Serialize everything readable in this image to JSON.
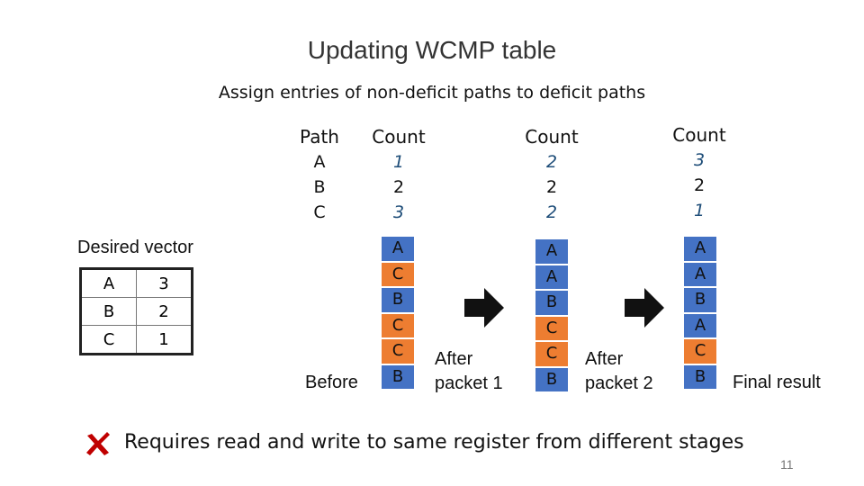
{
  "title": "Updating WCMP table",
  "subtitle": "Assign entries of non-deficit paths to deficit paths",
  "path_table": {
    "path_header": "Path",
    "paths": [
      "A",
      "B",
      "C"
    ],
    "count_header": "Count",
    "counts": [
      [
        "1",
        "2",
        "3"
      ],
      [
        "2",
        "2",
        "2"
      ],
      [
        "3",
        "2",
        "1"
      ]
    ]
  },
  "desired_vector": {
    "label": "Desired vector",
    "rows": [
      [
        "A",
        "3"
      ],
      [
        "B",
        "2"
      ],
      [
        "C",
        "1"
      ]
    ]
  },
  "stages": [
    {
      "label": "Before",
      "entries": [
        "A",
        "C",
        "B",
        "C",
        "C",
        "B"
      ]
    },
    {
      "label": "After packet 1",
      "label_line1": "After",
      "label_line2": "packet 1",
      "entries": [
        "A",
        "A",
        "B",
        "C",
        "C",
        "B"
      ]
    },
    {
      "label": "After packet 2",
      "label_line1": "After",
      "label_line2": "packet 2",
      "entries": [
        "A",
        "A",
        "B",
        "A",
        "C",
        "B"
      ]
    }
  ],
  "final_label": "Final result",
  "colors": {
    "A": "#4472c4",
    "B": "#4472c4",
    "C": "#ed7d31",
    "count_highlight": "#1f4e79",
    "cross": "#c00000"
  },
  "footer": {
    "icon": "cross-mark-icon",
    "text": "Requires read and write to same register from different stages"
  },
  "page_number": "11"
}
